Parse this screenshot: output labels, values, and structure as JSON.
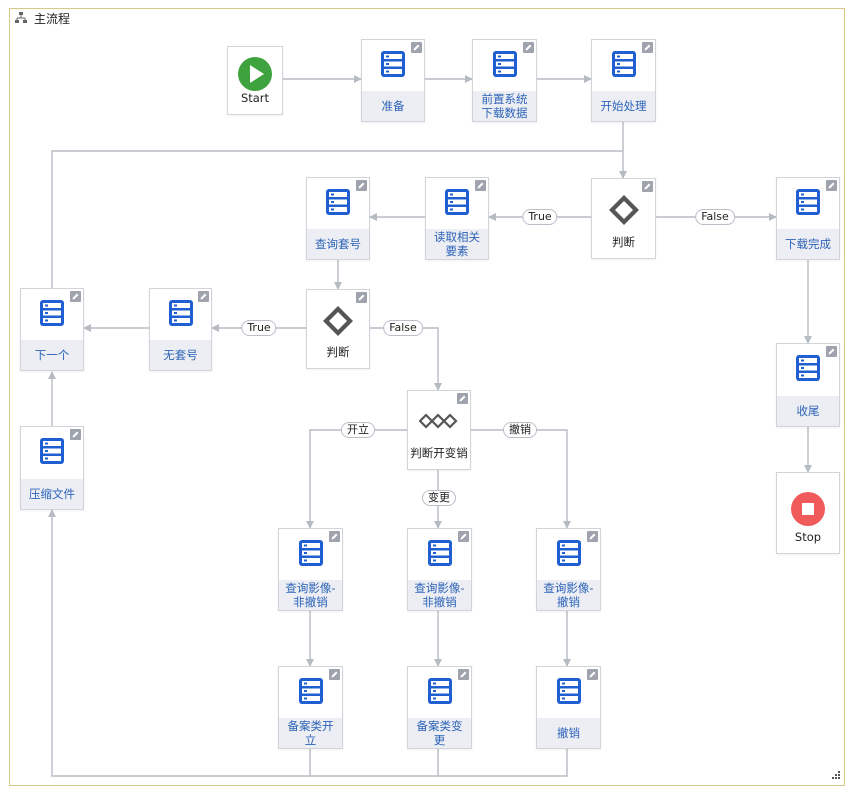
{
  "title": "主流程",
  "colors": {
    "task_text": "#2d63b8",
    "task_icon": "#1f5fd1",
    "start": "#3ea33e",
    "stop": "#f05a5a",
    "edge": "#b7bbc3"
  },
  "nodes": {
    "start": "Start",
    "prepare": "准备",
    "download": "前置系统下载数据",
    "begin": "开始处理",
    "judge1": "判断",
    "read": "读取相关要素",
    "query": "查询套号",
    "done": "下载完成",
    "judge2": "判断",
    "noset": "无套号",
    "next": "下一个",
    "closing": "收尾",
    "judge3": "判断开变销",
    "stop": "Stop",
    "compress": "压缩文件",
    "img1": "查询影像-非撤销",
    "img2": "查询影像-非撤销",
    "img3": "查询影像-撤销",
    "rec1": "备案类开立",
    "rec2": "备案类变更",
    "cancel": "撤销"
  },
  "edge_labels": {
    "true1": "True",
    "false1": "False",
    "true2": "True",
    "false2": "False",
    "open": "开立",
    "change": "变更",
    "revoke": "撤销"
  }
}
